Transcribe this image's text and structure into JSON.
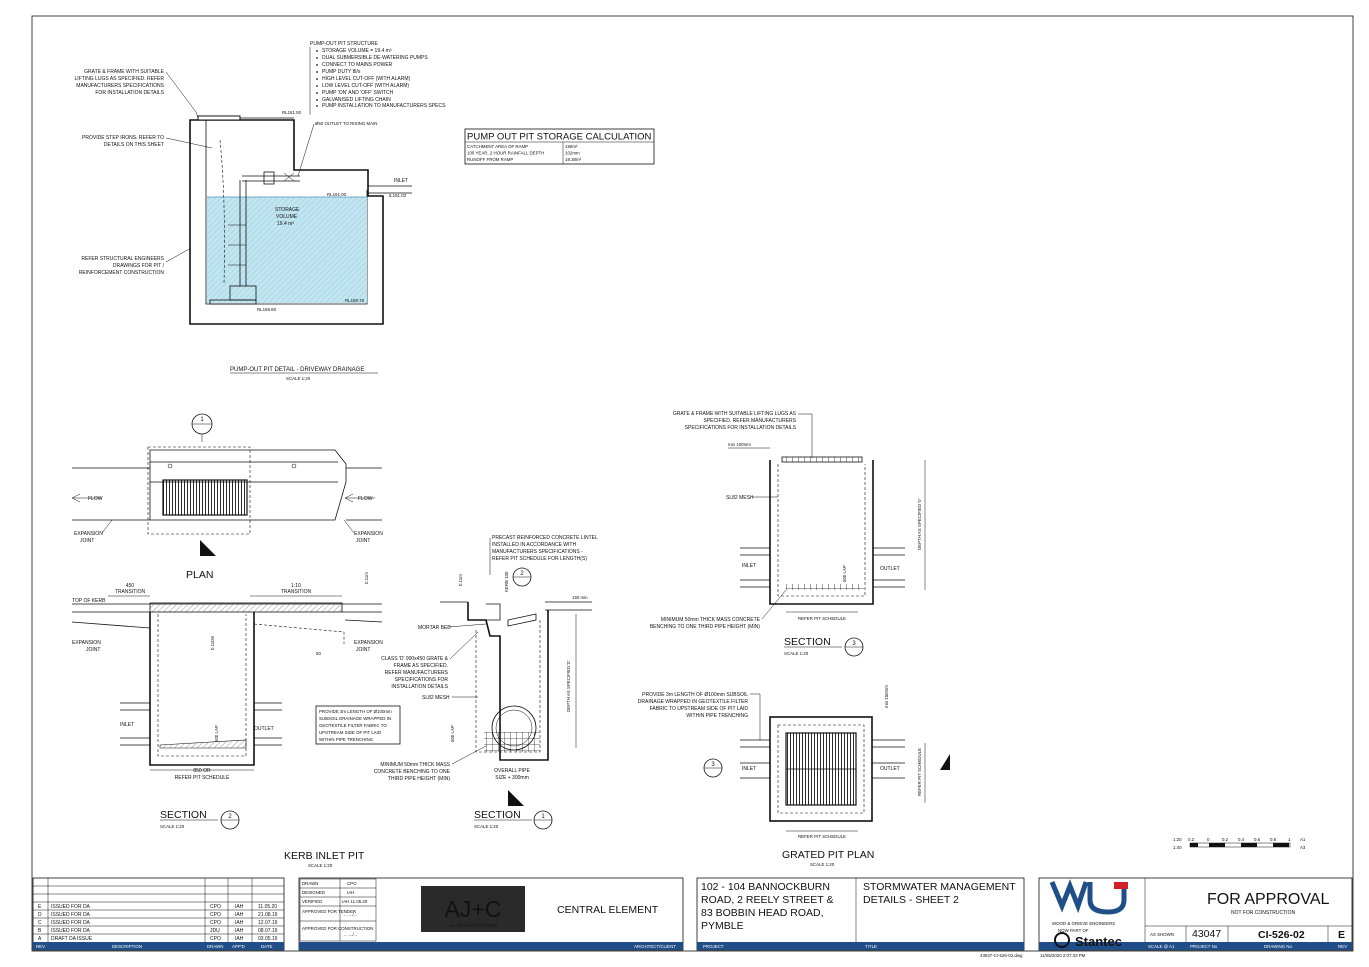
{
  "pump_pit": {
    "structure_title": "PUMP-OUT PIT STRUCTURE",
    "structure_notes": [
      "STORAGE VOLUME = 19.4 m³",
      "DUAL SUBMERSIBLE DE-WATERING PUMPS",
      "CONNECT TO MAINS POWER",
      "PUMP DUTY 8l/s",
      "HIGH LEVEL CUT-OFF (WITH ALARM)",
      "LOW LEVEL CUT-OFF (WITH ALARM)",
      "PUMP 'ON' AND 'OFF' SWITCH",
      "GALVANISED LIFTING CHAIN",
      "PUMP INSTALLATION TO MANUFACTURERS SPECS"
    ],
    "grate_note": [
      "GRATE & FRAME WITH SUITABLE",
      "LIFTING LUGS AS SPECIFIED. REFER",
      "MANUFACTURERS SPECIFICATIONS",
      "FOR INSTALLATION DETAILS"
    ],
    "step_note": [
      "PROVIDE STEP IRONS. REFER TO",
      "DETAILS ON THIS SHEET"
    ],
    "struct_note": [
      "REFER STRUCTURAL ENGINEERS",
      "DRAWINGS FOR PIT /",
      "REINFORCEMENT CONSTRUCTION"
    ],
    "outlet_label": "Ø50 OUTLET TO RISING MAIN",
    "inlet_label": "INLET",
    "storage_label": [
      "STORAGE",
      "VOLUME",
      "19.4 m³"
    ],
    "rl_top": "RL161.50",
    "rl_inlet": "RL161.00",
    "rl_il": "IL161.03",
    "rl_base": "RL159.70",
    "rl_floor": "RL159.60",
    "title": "PUMP-OUT PIT DETAIL - DRIVEWAY DRAINAGE",
    "scale": "SCALE 1:20"
  },
  "calc": {
    "title": "PUMP OUT PIT STORAGE CALCULATION",
    "rows": [
      {
        "label": "CATCHMENT AREA OF RAMP",
        "value": "190m²"
      },
      {
        "label": "100 YEAR, 2 HOUR RAINFALL DEPTH",
        "value": "102mm"
      },
      {
        "label": "RUNOFF FROM RAMP",
        "value": "19.38m³"
      }
    ]
  },
  "kerb": {
    "plan_label": "PLAN",
    "flow": "FLOW",
    "expansion": [
      "EXPANSION",
      "JOINT"
    ],
    "transition_450": [
      "450",
      "TRANSITION"
    ],
    "transition_110": [
      "1:10",
      "TRANSITION"
    ],
    "top_of_kerb": "TOP OF KERB",
    "dim_010": "0.11m",
    "dim_0110": "0.110m",
    "dim_50": "50",
    "dim_600lap": "600 LAP",
    "inlet": "INLET",
    "outlet": "OUTLET",
    "pit_sched": [
      "850 OR",
      "REFER PIT SCHEDULE"
    ],
    "subsoil_note": [
      "PROVIDE 3m LENGTH OF Ø100mm",
      "SUBSOIL DRAINAGE WRAPPED IN",
      "GEOTEXTILE FILTER FABRIC TO",
      "UPSTREAM SIDE OF PIT LAID",
      "WITHIN PIPE TRENCHING"
    ],
    "section_label": "SECTION",
    "section_num": "2",
    "section_scale": "SCALE 1:20",
    "title": "KERB INLET PIT",
    "scale": "SCALE 1:20",
    "marker_num": "1"
  },
  "section1": {
    "lintel_note": [
      "PRECAST REINFORCED CONCRETE LINTEL",
      "INSTALLED IN ACCORDANCE WITH",
      "MANUFACTURERS SPECIFICATIONS -",
      "REFER PIT SCHEDULE FOR LENGTH(S)"
    ],
    "mortar": "MORTAR BED",
    "grate_note": [
      "CLASS 'D' 900x450 GRATE &",
      "FRAME AS SPECIFIED.",
      "REFER MANUFACTURERS",
      "SPECIFICATIONS FOR",
      "INSTALLATION DETAILS"
    ],
    "mesh": "SL82 MESH",
    "bench_note": [
      "MINIMUM 50mm THICK MASS",
      "CONCRETE BENCHING TO ONE",
      "THIRD PIPE HEIGHT (MIN)"
    ],
    "overall_pipe": [
      "OVERALL PIPE",
      "SIZE + 300mm"
    ],
    "depth": "DEPTH AS SPECIFIED '0'",
    "kerb_dim": "KERB 100",
    "dim_150": "150 min",
    "dim_011": "0.11m",
    "dim_600": "600 LAP",
    "marker_num": "2",
    "section_label": "SECTION",
    "section_num": "1",
    "section_scale": "SCALE 1:20"
  },
  "section3": {
    "grate_note": [
      "GRATE & FRAME WITH SUITABLE LIFTING LUGS AS",
      "SPECIFIED. REFER MANUFACTURERS",
      "SPECIFICATIONS FOR INSTALLATION DETAILS"
    ],
    "min100": "min 100mm",
    "mesh": "SL82 MESH",
    "inlet": "INLET",
    "outlet": "OUTLET",
    "lap": "600 LAP",
    "depth": "DEPTH AS SPECIFIED '0'",
    "bench_note": [
      "MINIMUM 50mm THICK MASS CONCRETE",
      "BENCHING TO ONE THIRD PIPE HEIGHT (MIN)"
    ],
    "pit_sched": "REFER PIT SCHEDULE",
    "section_label": "SECTION",
    "section_num": "3",
    "section_scale": "SCALE 1:20"
  },
  "grated": {
    "subsoil_note": [
      "PROVIDE 3m LENGTH OF Ø100mm SUBSOIL",
      "DRAINAGE WRAPPED IN GEOTEXTILE FILTER",
      "FABRIC TO UPSTREAM SIDE OF PIT LAID",
      "WITHIN PIPE TRENCHING"
    ],
    "inlet": "INLET",
    "outlet": "OUTLET",
    "min150": "min 150mm",
    "pit_sched_v": "REFER PIT SCHEDULE",
    "pit_sched_h": "REFER PIT SCHEDULE",
    "marker_num": "3",
    "title": "GRATED PIT PLAN",
    "scale": "SCALE 1:20"
  },
  "scalebar": {
    "ticks": [
      "1:20",
      "0.2",
      "0",
      "0.2",
      "0.4",
      "0.6",
      "0.8",
      "1"
    ],
    "ratio2": "1:40",
    "a1": "A1",
    "a3": "A3"
  },
  "revisions": {
    "rows": [
      {
        "rev": "E",
        "desc": "ISSUED FOR DA",
        "drawn": "CPO",
        "appd": "IAH",
        "date": "11.05.20"
      },
      {
        "rev": "D",
        "desc": "ISSUED FOR DA",
        "drawn": "CPO",
        "appd": "IAH",
        "date": "21.08.19"
      },
      {
        "rev": "C",
        "desc": "ISSUED FOR DA",
        "drawn": "CPO",
        "appd": "IAH",
        "date": "12.07.19"
      },
      {
        "rev": "B",
        "desc": "ISSUED FOR DA",
        "drawn": "JDU",
        "appd": "IAH",
        "date": "08.07.19"
      },
      {
        "rev": "A",
        "desc": "DRAFT DA ISSUE",
        "drawn": "CPO",
        "appd": "IAH",
        "date": "03.05.19"
      }
    ],
    "headers": {
      "rev": "REV",
      "desc": "DESCRIPTION",
      "drawn": "DRAWN",
      "appd": "APP'D",
      "date": "DATE"
    }
  },
  "signoff": {
    "rows": [
      {
        "label": "DRAWN",
        "value": "CPO"
      },
      {
        "label": "DESIGNED",
        "value": "IAH"
      },
      {
        "label": "VERIFIED",
        "value": "IAH  11.05.20"
      },
      {
        "label": "APPROVED FOR TENDER",
        "value": "...  .../..."
      },
      {
        "label": "APPROVED FOR CONSTRUCTION",
        "value": "...  .../..."
      }
    ]
  },
  "architect": {
    "logo_main": "AJ+C",
    "logo_sub": "ALLEN JACK+COTTIER",
    "client": "CENTRAL ELEMENT",
    "bar_label": "ARCHITECT/CLIENT"
  },
  "project": {
    "address": [
      "102 - 104 BANNOCKBURN",
      "ROAD, 2 REELY STREET &",
      "83 BOBBIN HEAD ROAD,",
      "PYMBLE"
    ],
    "title": [
      "STORMWATER MANAGEMENT",
      "DETAILS - SHEET 2"
    ],
    "bar_project": "PROJECT",
    "bar_title": "TITLE",
    "file": "43047-CI-526-02.dwg"
  },
  "approval": {
    "status": "FOR APPROVAL",
    "sub": "NOT FOR CONSTRUCTION",
    "firm": "WOOD & GRIEVE ENGINEERS",
    "partof": "NOW PART OF",
    "stantec": "Stantec",
    "scale_val": "AS SHOWN",
    "project_no": "43047",
    "drawing_no": "CI-526-02",
    "rev": "E",
    "bar_scale": "SCALE @ A1",
    "bar_project": "PROJECT No",
    "bar_drawing": "DRAWING No",
    "bar_rev": "REV",
    "timestamp": "11/05/2020 2:07:33 PM"
  },
  "colors": {
    "water": "#bfe6f2",
    "bar": "#1f4e89"
  }
}
